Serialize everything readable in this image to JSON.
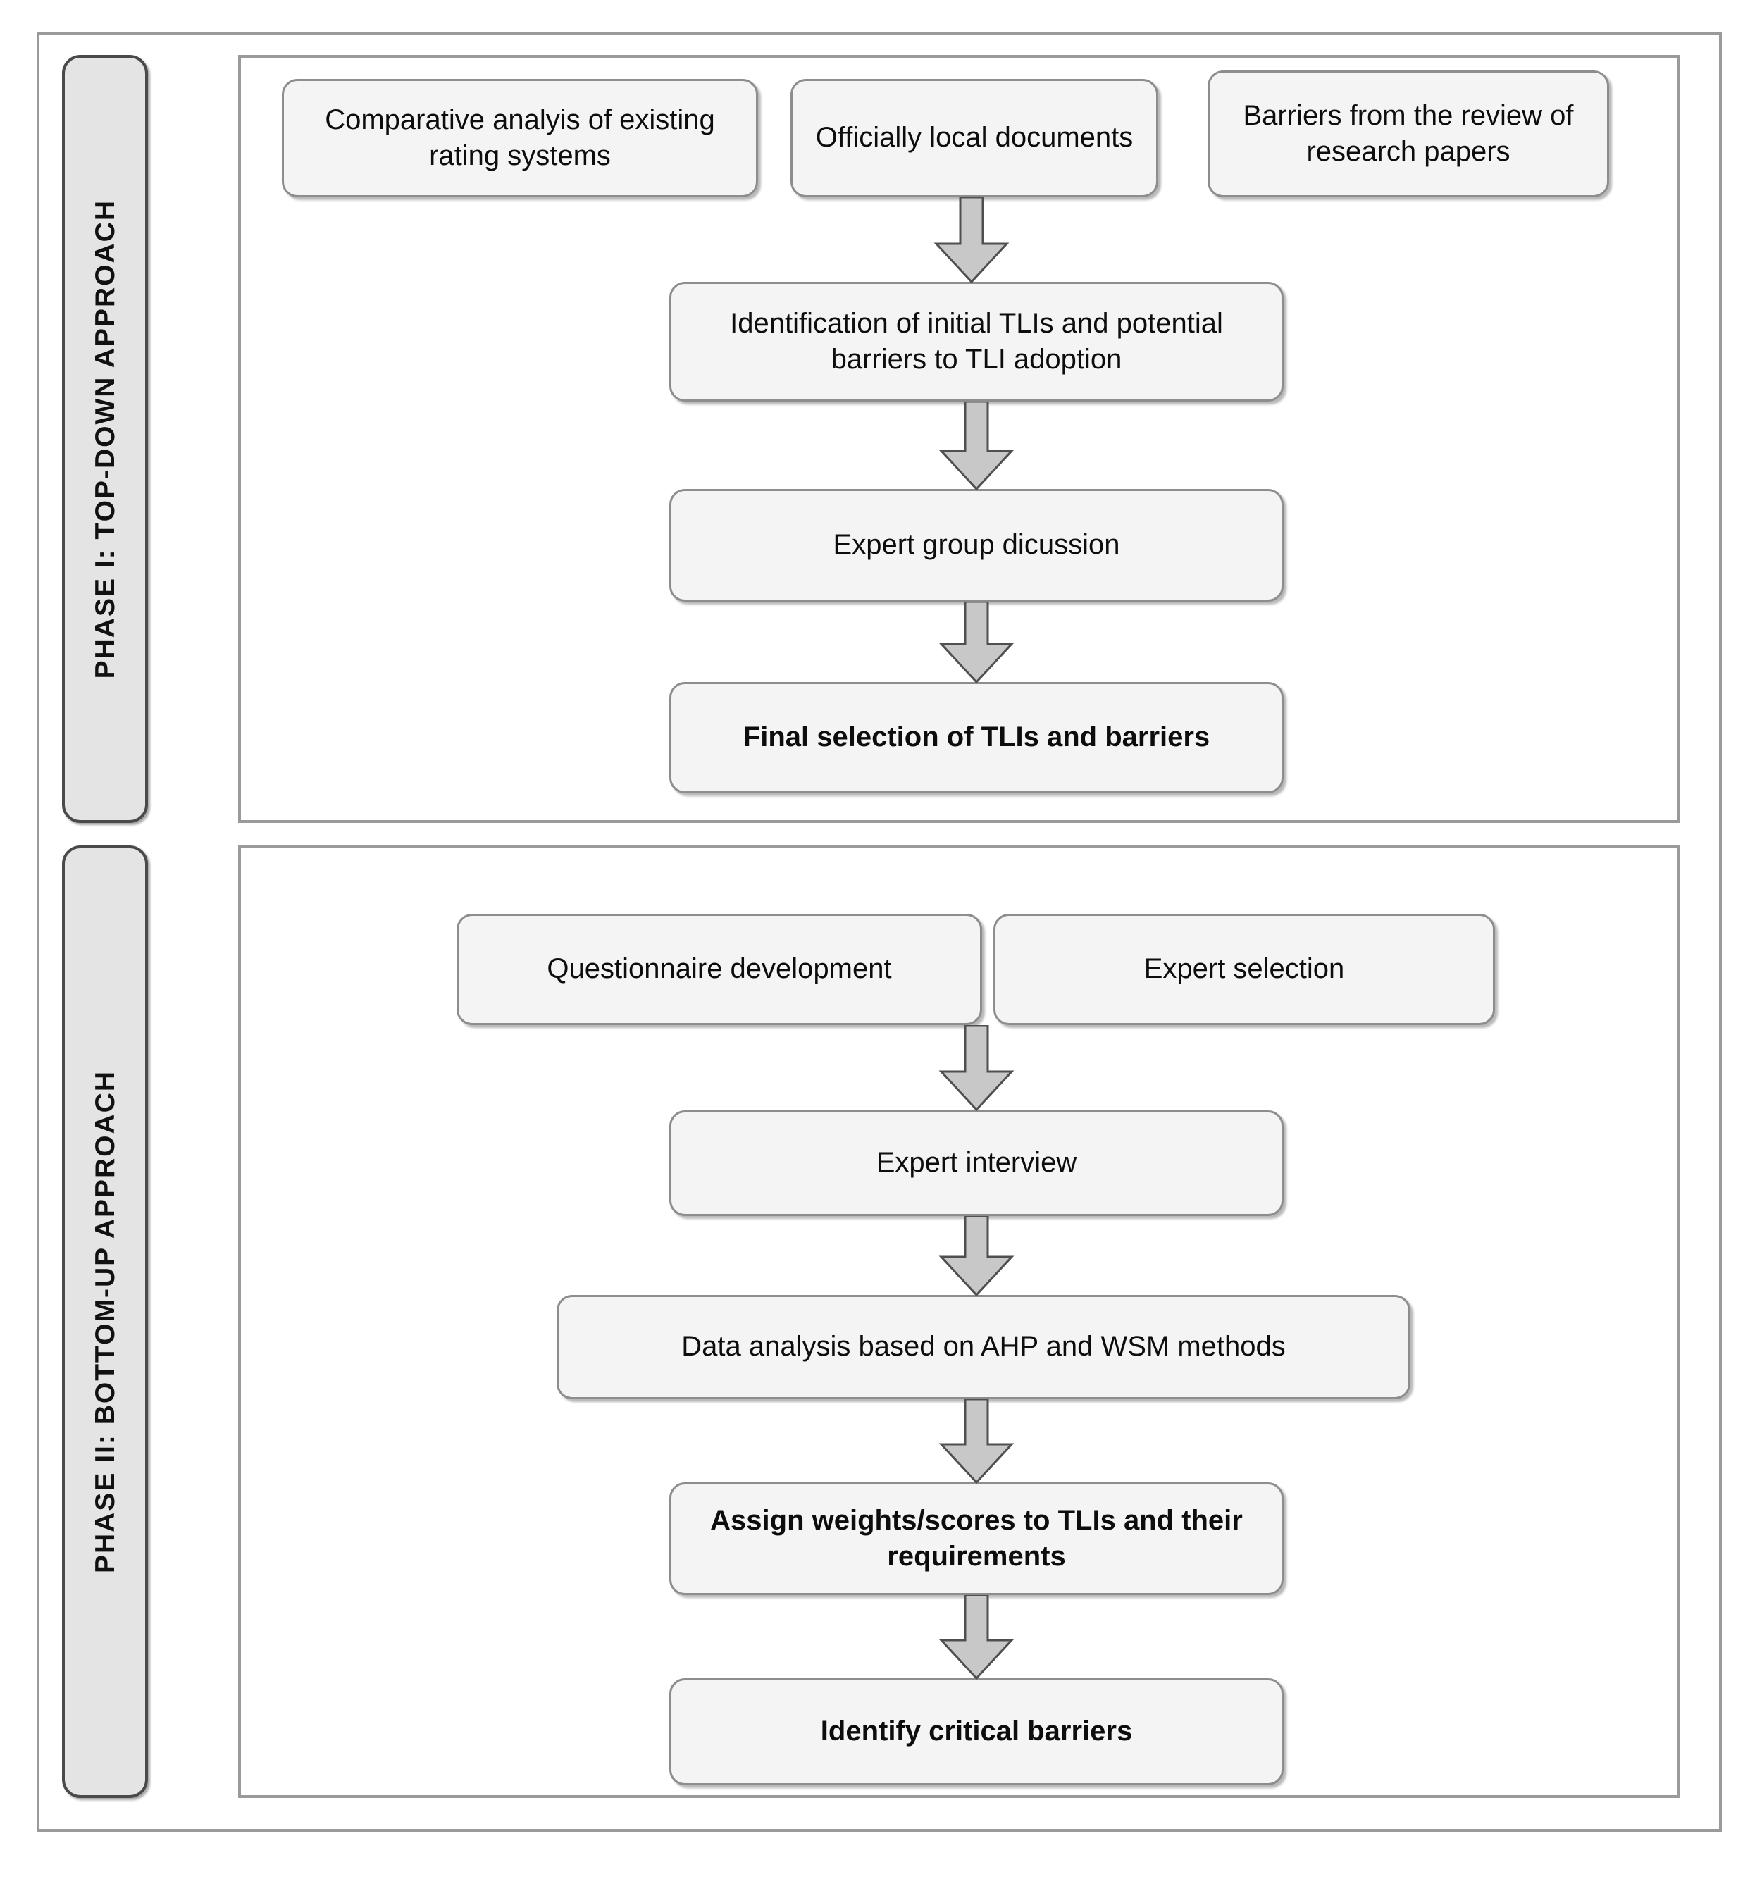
{
  "diagram": {
    "title": "Two-phase research methodology flowchart",
    "colors": {
      "node_fill": "#f4f4f4",
      "node_border": "#8d8d8d",
      "tab_fill": "#e4e4e4",
      "tab_border": "#4a4a4a",
      "panel_border": "#9a9a9a",
      "arrow_fill": "#c8c8c8",
      "arrow_border": "#4f4f4f",
      "text": "#0d0d0d",
      "background": "#ffffff"
    },
    "phases": [
      {
        "id": "phase-1",
        "label": "PHASE I: TOP-DOWN APPROACH",
        "nodes": [
          {
            "id": "p1-n1",
            "text": "Comparative analyis of existing rating systems",
            "bold": false
          },
          {
            "id": "p1-n2",
            "text": "Officially local documents",
            "bold": false
          },
          {
            "id": "p1-n3",
            "text": "Barriers from the review of research papers",
            "bold": false
          },
          {
            "id": "p1-n4",
            "text": "Identification of initial TLIs and potential barriers to TLI adoption",
            "bold": false
          },
          {
            "id": "p1-n5",
            "text": "Expert group dicussion",
            "bold": false
          },
          {
            "id": "p1-n6",
            "text": "Final selection of TLIs and barriers",
            "bold": true
          }
        ],
        "arrows": [
          {
            "id": "p1-a1",
            "from": "p1-n2",
            "to": "p1-n4",
            "direction": "down"
          },
          {
            "id": "p1-a2",
            "from": "p1-n4",
            "to": "p1-n5",
            "direction": "down"
          },
          {
            "id": "p1-a3",
            "from": "p1-n5",
            "to": "p1-n6",
            "direction": "down"
          }
        ]
      },
      {
        "id": "phase-2",
        "label": "PHASE II: BOTTOM-UP APPROACH",
        "nodes": [
          {
            "id": "p2-n1",
            "text": "Questionnaire development",
            "bold": false
          },
          {
            "id": "p2-n2",
            "text": "Expert selection",
            "bold": false
          },
          {
            "id": "p2-n3",
            "text": "Expert interview",
            "bold": false
          },
          {
            "id": "p2-n4",
            "text": "Data analysis based on AHP and WSM methods",
            "bold": false
          },
          {
            "id": "p2-n5",
            "text": "Assign weights/scores to TLIs and their requirements",
            "bold": true
          },
          {
            "id": "p2-n6",
            "text": "Identify critical barriers",
            "bold": true
          }
        ],
        "arrows": [
          {
            "id": "p2-a1",
            "from": "p2-n1",
            "to": "p2-n3",
            "direction": "down"
          },
          {
            "id": "p2-a2",
            "from": "p2-n3",
            "to": "p2-n4",
            "direction": "down"
          },
          {
            "id": "p2-a3",
            "from": "p2-n4",
            "to": "p2-n5",
            "direction": "down"
          },
          {
            "id": "p2-a4",
            "from": "p2-n5",
            "to": "p2-n6",
            "direction": "down"
          }
        ]
      }
    ]
  }
}
